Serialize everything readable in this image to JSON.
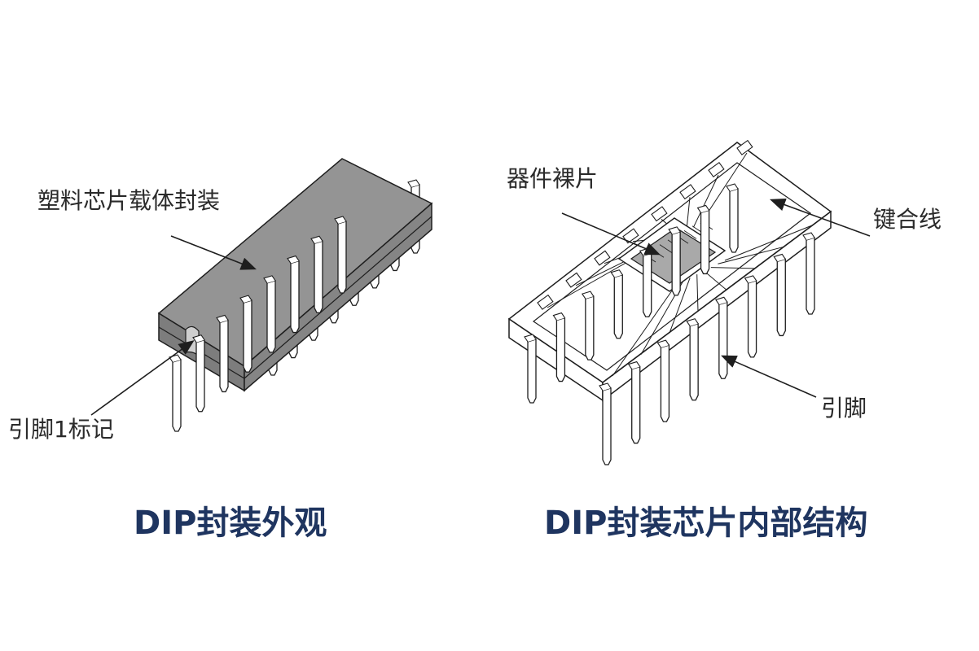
{
  "left": {
    "callout_body": "塑料芯片载体封装",
    "callout_pin1": "引脚1标记",
    "caption": "DIP封装外观"
  },
  "right": {
    "callout_die": "器件裸片",
    "callout_bond": "键合线",
    "callout_pin": "引脚",
    "caption": "DIP封装芯片内部结构"
  },
  "colors": {
    "body_fill": "#8b8b8b",
    "body_top": "#949494",
    "die_fill": "#a9a9a9",
    "caption_color": "#1f3560",
    "line_color": "#1e1e1e"
  }
}
